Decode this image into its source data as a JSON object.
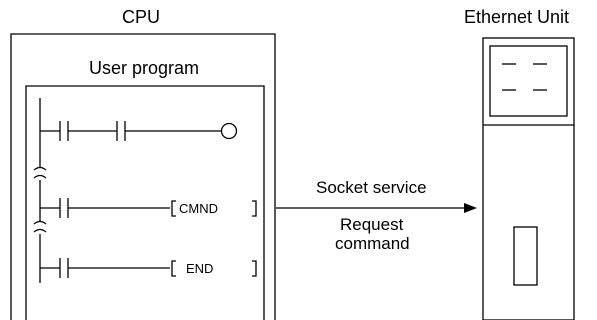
{
  "cpu": {
    "title": "CPU",
    "program_title": "User program",
    "ladder": {
      "instruction_1": "CMND",
      "instruction_2": "END"
    }
  },
  "ethernet_unit": {
    "title": "Ethernet Unit"
  },
  "connection": {
    "label": "Socket service",
    "sublabel_line1": "Request",
    "sublabel_line2": "command"
  }
}
